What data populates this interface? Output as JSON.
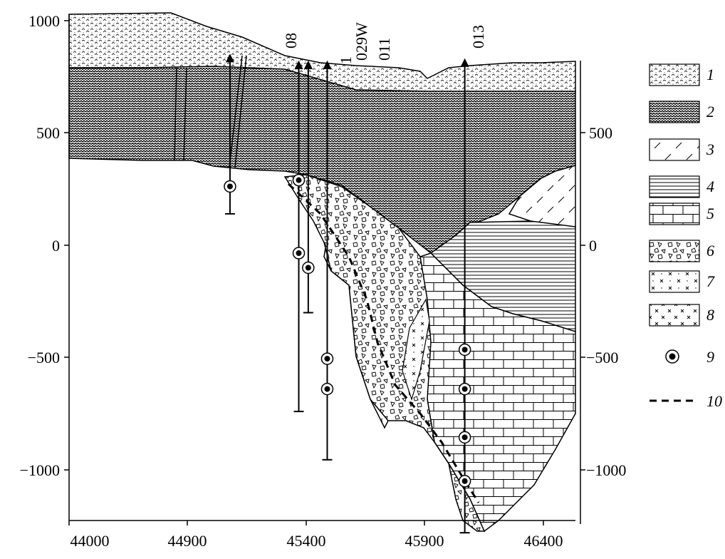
{
  "chart_data": {
    "type": "geological-cross-section",
    "x_ticks": [
      "44000",
      "44900",
      "45400",
      "45900",
      "46400"
    ],
    "y_ticks_left": [
      "1000",
      "500",
      "0",
      "−500",
      "−1000"
    ],
    "y_ticks_right": [
      "500",
      "0",
      "−500",
      "−1000"
    ],
    "wells": [
      {
        "label": "08",
        "x": 45080,
        "top": 840,
        "bottom": 140,
        "samples": [
          262
        ]
      },
      {
        "label": "1",
        "x": 45370,
        "top": 810,
        "bottom": -740,
        "samples": [
          290,
          -35
        ]
      },
      {
        "label": "029W",
        "x": 45410,
        "top": 810,
        "bottom": -300,
        "samples": [
          -100
        ]
      },
      {
        "label": "011",
        "x": 45490,
        "top": 810,
        "bottom": -955,
        "samples": [
          -505,
          -640
        ]
      },
      {
        "label": "013",
        "x": 46070,
        "top": 820,
        "bottom": -1280,
        "samples": [
          -465,
          -640,
          -855,
          -1050
        ]
      }
    ],
    "legend": [
      {
        "number": "1",
        "pattern": "pat-1"
      },
      {
        "number": "2",
        "pattern": "pat-2"
      },
      {
        "number": "3",
        "pattern": "pat-3"
      },
      {
        "number": "4",
        "pattern": "pat-4"
      },
      {
        "number": "5",
        "pattern": "pat-5"
      },
      {
        "number": "6",
        "pattern": "pat-6"
      },
      {
        "number": "7",
        "pattern": "pat-7"
      },
      {
        "number": "8",
        "pattern": "pat-8"
      },
      {
        "number": "9",
        "symbol": "sample-point-icon"
      },
      {
        "number": "10",
        "symbol": "dashed-line"
      }
    ]
  }
}
